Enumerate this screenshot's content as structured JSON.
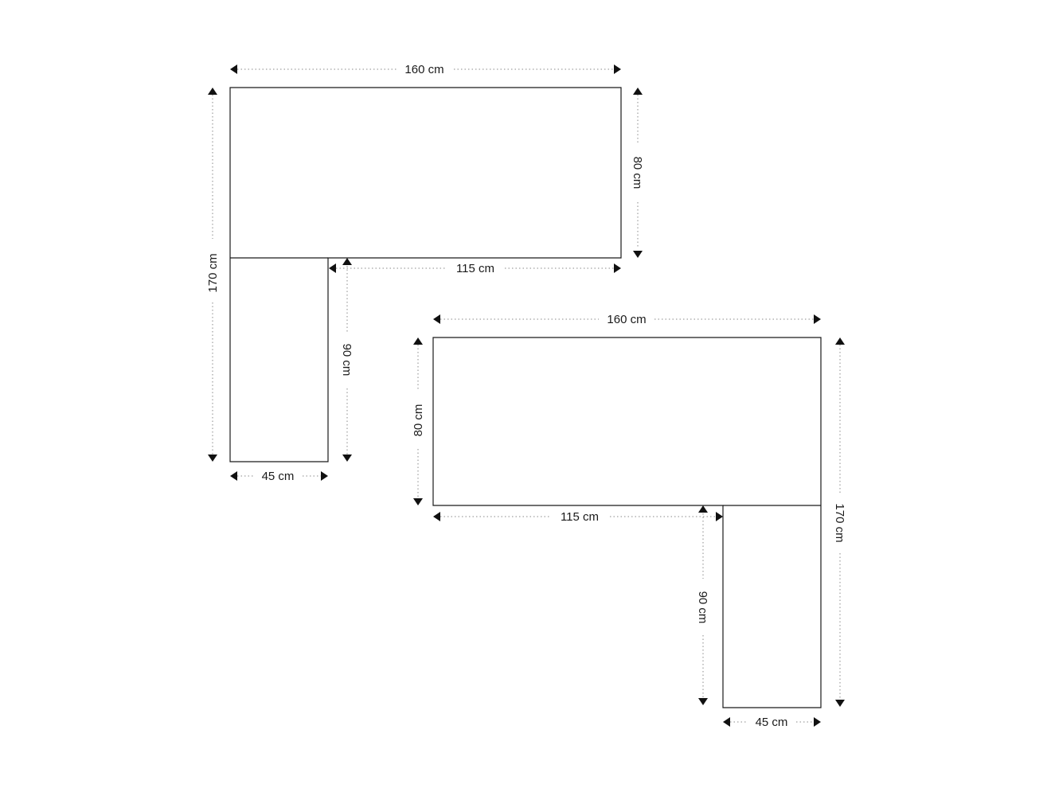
{
  "layouts": [
    {
      "name": "left-return",
      "labels": {
        "total_width": "160 cm",
        "total_depth": "170 cm",
        "main_depth": "80 cm",
        "main_inner_width": "115 cm",
        "return_length": "90 cm",
        "return_width": "45 cm"
      }
    },
    {
      "name": "right-return",
      "labels": {
        "total_width": "160 cm",
        "total_depth": "170 cm",
        "main_depth": "80 cm",
        "main_inner_width": "115 cm",
        "return_length": "90 cm",
        "return_width": "45 cm"
      }
    }
  ]
}
